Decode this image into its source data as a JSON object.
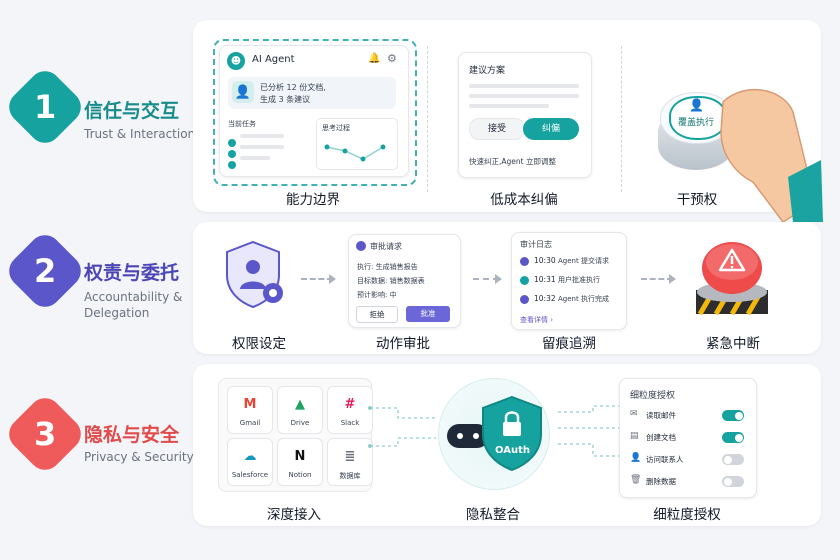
{
  "sections": [
    {
      "num": "1",
      "title": "信任与交互",
      "subtitle": "Trust & Interaction",
      "color": "#16a3a0"
    },
    {
      "num": "2",
      "title": "权责与委托",
      "subtitle_line1": "Accountability &",
      "subtitle_line2": "Delegation",
      "color": "#5b56c9"
    },
    {
      "num": "3",
      "title": "隐私与安全",
      "subtitle": "Privacy & Security",
      "color": "#ef5b5b"
    }
  ],
  "row1": {
    "agent_card": {
      "title": "AI Agent",
      "message_line1": "已分析 12 份文档,",
      "message_line2": "生成 3 条建议",
      "task_label": "当前任务",
      "thinking_label": "思考过程"
    },
    "proposal_card": {
      "title": "建议方案",
      "accept_label": "接受",
      "correct_label": "纠偏",
      "footer": "快速纠正,Agent 立即调整"
    },
    "override_button": {
      "label": "覆盖执行"
    },
    "captions": [
      "能力边界",
      "低成本纠偏",
      "干预权"
    ]
  },
  "row2": {
    "approval_card": {
      "title": "审批请求",
      "exec_line": "执行: 生成销售报告",
      "target_line": "目标数据: 销售数据表",
      "impact_line": "预计影响: 中",
      "reject_label": "拒绝",
      "approve_label": "批准"
    },
    "audit_card": {
      "title": "审计日志",
      "entries": [
        {
          "time": "10:30",
          "text": "Agent 提交请求"
        },
        {
          "time": "10:31",
          "text": "用户批准执行"
        },
        {
          "time": "10:32",
          "text": "Agent 执行完成"
        }
      ],
      "link": "查看详情 ›"
    },
    "captions": [
      "权限设定",
      "动作审批",
      "留痕追溯",
      "紧急中断"
    ]
  },
  "row3": {
    "apps": [
      {
        "name": "Gmail",
        "glyph": "M",
        "color": "#ea4335"
      },
      {
        "name": "Drive",
        "glyph": "▲",
        "color": "#1fa463"
      },
      {
        "name": "Slack",
        "glyph": "#",
        "color": "#e01e5a"
      },
      {
        "name": "Salesforce",
        "glyph": "☁",
        "color": "#1798c1"
      },
      {
        "name": "Notion",
        "glyph": "N",
        "color": "#111111"
      },
      {
        "name": "数据库",
        "glyph": "≣",
        "color": "#6b7280"
      }
    ],
    "oauth_label": "OAuth",
    "permissions": {
      "title": "细粒度授权",
      "items": [
        {
          "label": "读取邮件",
          "on": true
        },
        {
          "label": "创建文档",
          "on": true
        },
        {
          "label": "访问联系人",
          "on": false
        },
        {
          "label": "删除数据",
          "on": false
        }
      ]
    },
    "captions": [
      "深度接入",
      "隐私整合",
      "细粒度授权"
    ]
  }
}
